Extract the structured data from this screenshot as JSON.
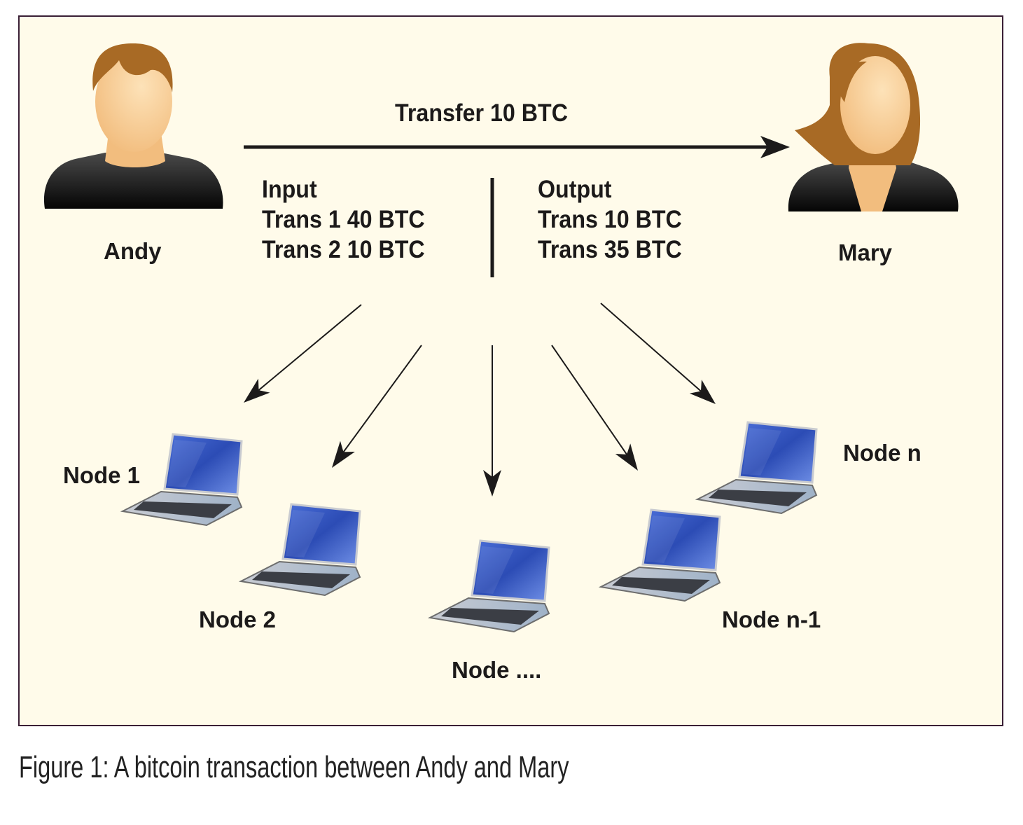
{
  "figure": {
    "caption": "Figure 1: A bitcoin transaction between Andy and Mary",
    "background_color": "#fffbea",
    "border_color": "#3a1f35"
  },
  "sender": {
    "name": "Andy",
    "icon": "male-user-icon"
  },
  "receiver": {
    "name": "Mary",
    "icon": "female-user-icon"
  },
  "transfer": {
    "label": "Transfer 10 BTC",
    "icon": "arrow-right-icon"
  },
  "input": {
    "heading": "Input",
    "lines": [
      "Trans 1 40 BTC",
      "Trans 2 10 BTC"
    ]
  },
  "output": {
    "heading": "Output",
    "lines": [
      "Trans 10 BTC",
      "Trans 35 BTC"
    ]
  },
  "nodes": [
    {
      "label": "Node 1",
      "icon": "laptop-icon"
    },
    {
      "label": "Node 2",
      "icon": "laptop-icon"
    },
    {
      "label": "Node ....",
      "icon": "laptop-icon"
    },
    {
      "label": "Node n-1",
      "icon": "laptop-icon"
    },
    {
      "label": "Node n",
      "icon": "laptop-icon"
    }
  ],
  "colors": {
    "hair": "#a86a25",
    "skin": "#f6c88e",
    "shirt": "#1a1a1a",
    "screen": "#2f4fb0",
    "text": "#1c1a1a"
  }
}
